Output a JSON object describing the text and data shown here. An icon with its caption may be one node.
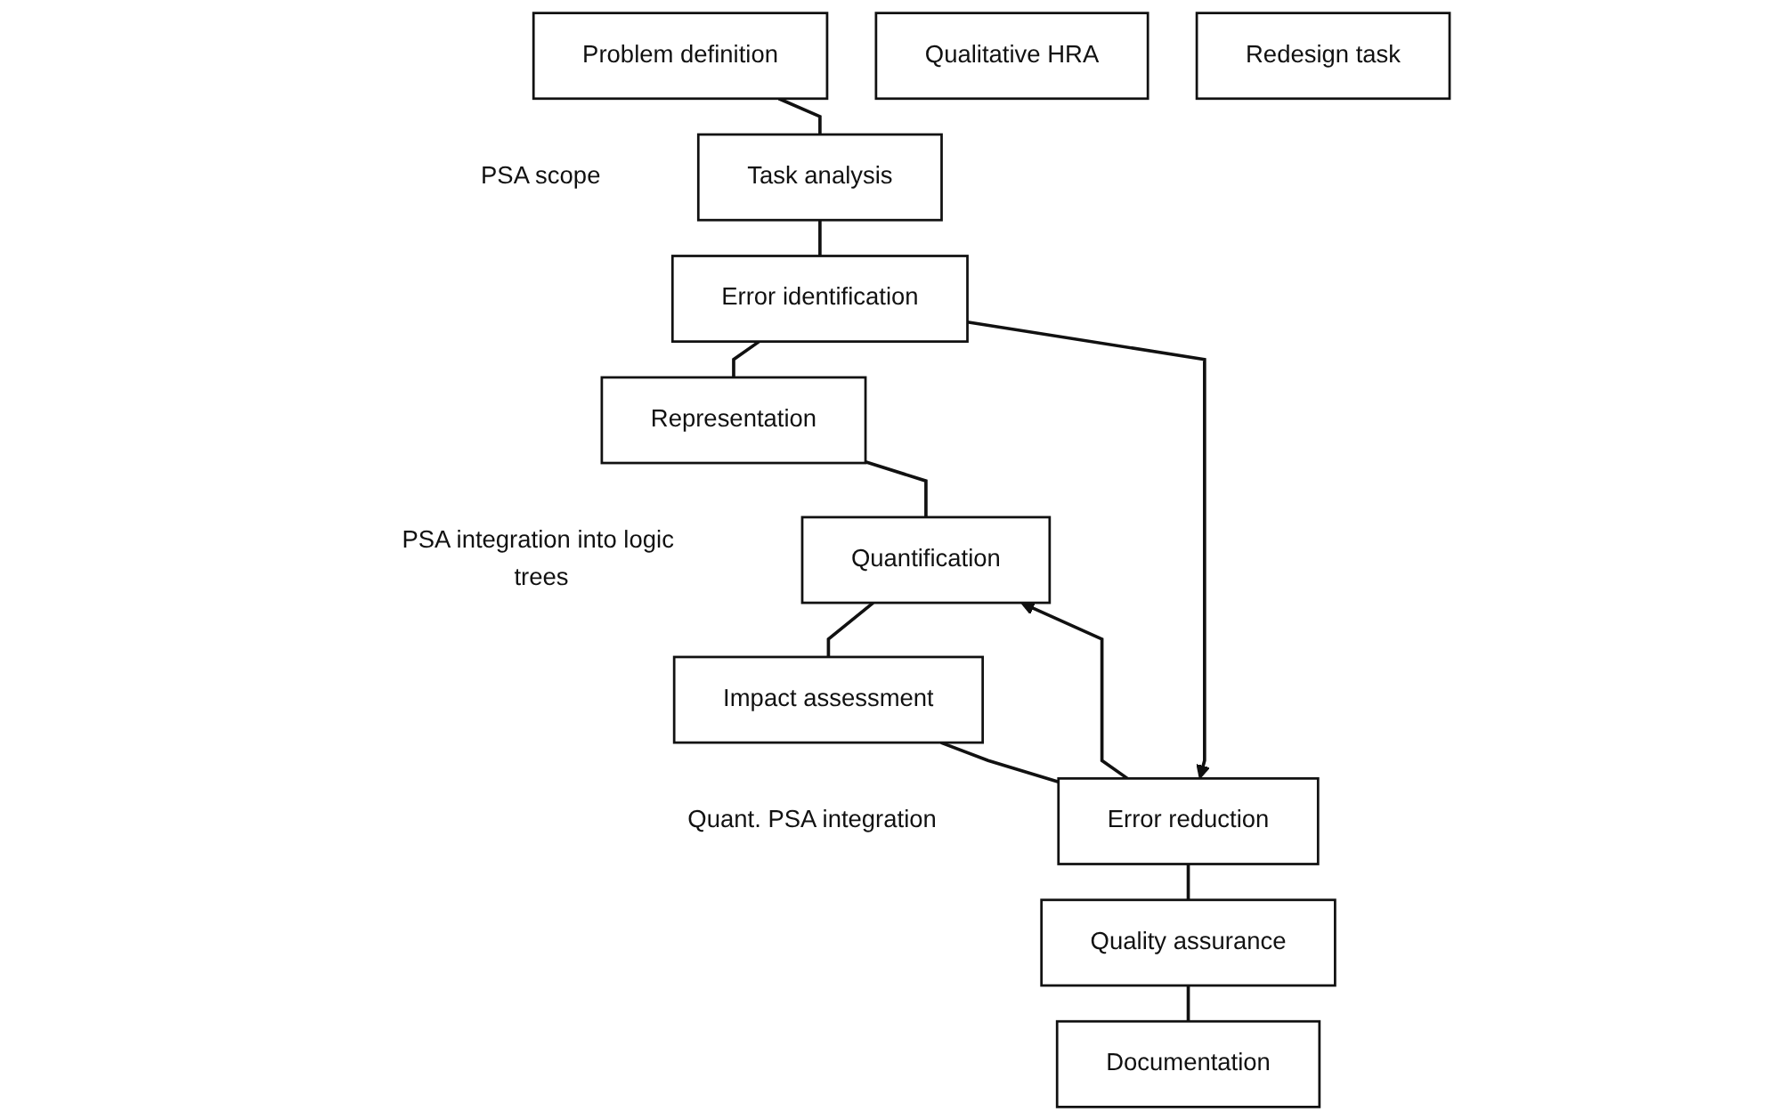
{
  "diagram": {
    "nodes": [
      {
        "text": [
          "Problem definition"
        ],
        "beside": [
          "PSA scope"
        ]
      },
      {
        "text": [
          "Task analysis"
        ]
      },
      {
        "text": [
          "Error identification"
        ]
      },
      {
        "text": [
          "Representation"
        ],
        "beside": [
          "PSA integration into logic trees"
        ]
      },
      {
        "text": [
          "Qualitative HRA"
        ]
      },
      {
        "text": [
          "Quantification"
        ]
      },
      {
        "text": [
          "Impact assessment"
        ],
        "beside": [
          "Quant. PSA integration"
        ]
      },
      {
        "text": [
          "Redesign task"
        ]
      },
      {
        "text": [
          "Error reduction"
        ]
      },
      {
        "text": [
          "Quality assurance"
        ]
      },
      {
        "text": [
          "Documentation"
        ]
      }
    ],
    "edges": [
      {
        "from": 0,
        "to": 1,
        "arrow": "none"
      },
      {
        "from": 1,
        "to": 2,
        "arrow": "none"
      },
      {
        "from": 2,
        "to": 3,
        "arrow": "none"
      },
      {
        "from": 3,
        "to": 5,
        "arrow": "none"
      },
      {
        "from": 5,
        "to": 6,
        "arrow": "none"
      },
      {
        "from": 6,
        "to": 8,
        "arrow": "none"
      },
      {
        "from": 8,
        "to": 9,
        "arrow": "none"
      },
      {
        "from": 9,
        "to": 10,
        "arrow": "none"
      },
      {
        "from": 2,
        "to": 8,
        "arrow": "to"
      },
      {
        "from": 8,
        "to": 5,
        "arrow": "to"
      }
    ]
  }
}
